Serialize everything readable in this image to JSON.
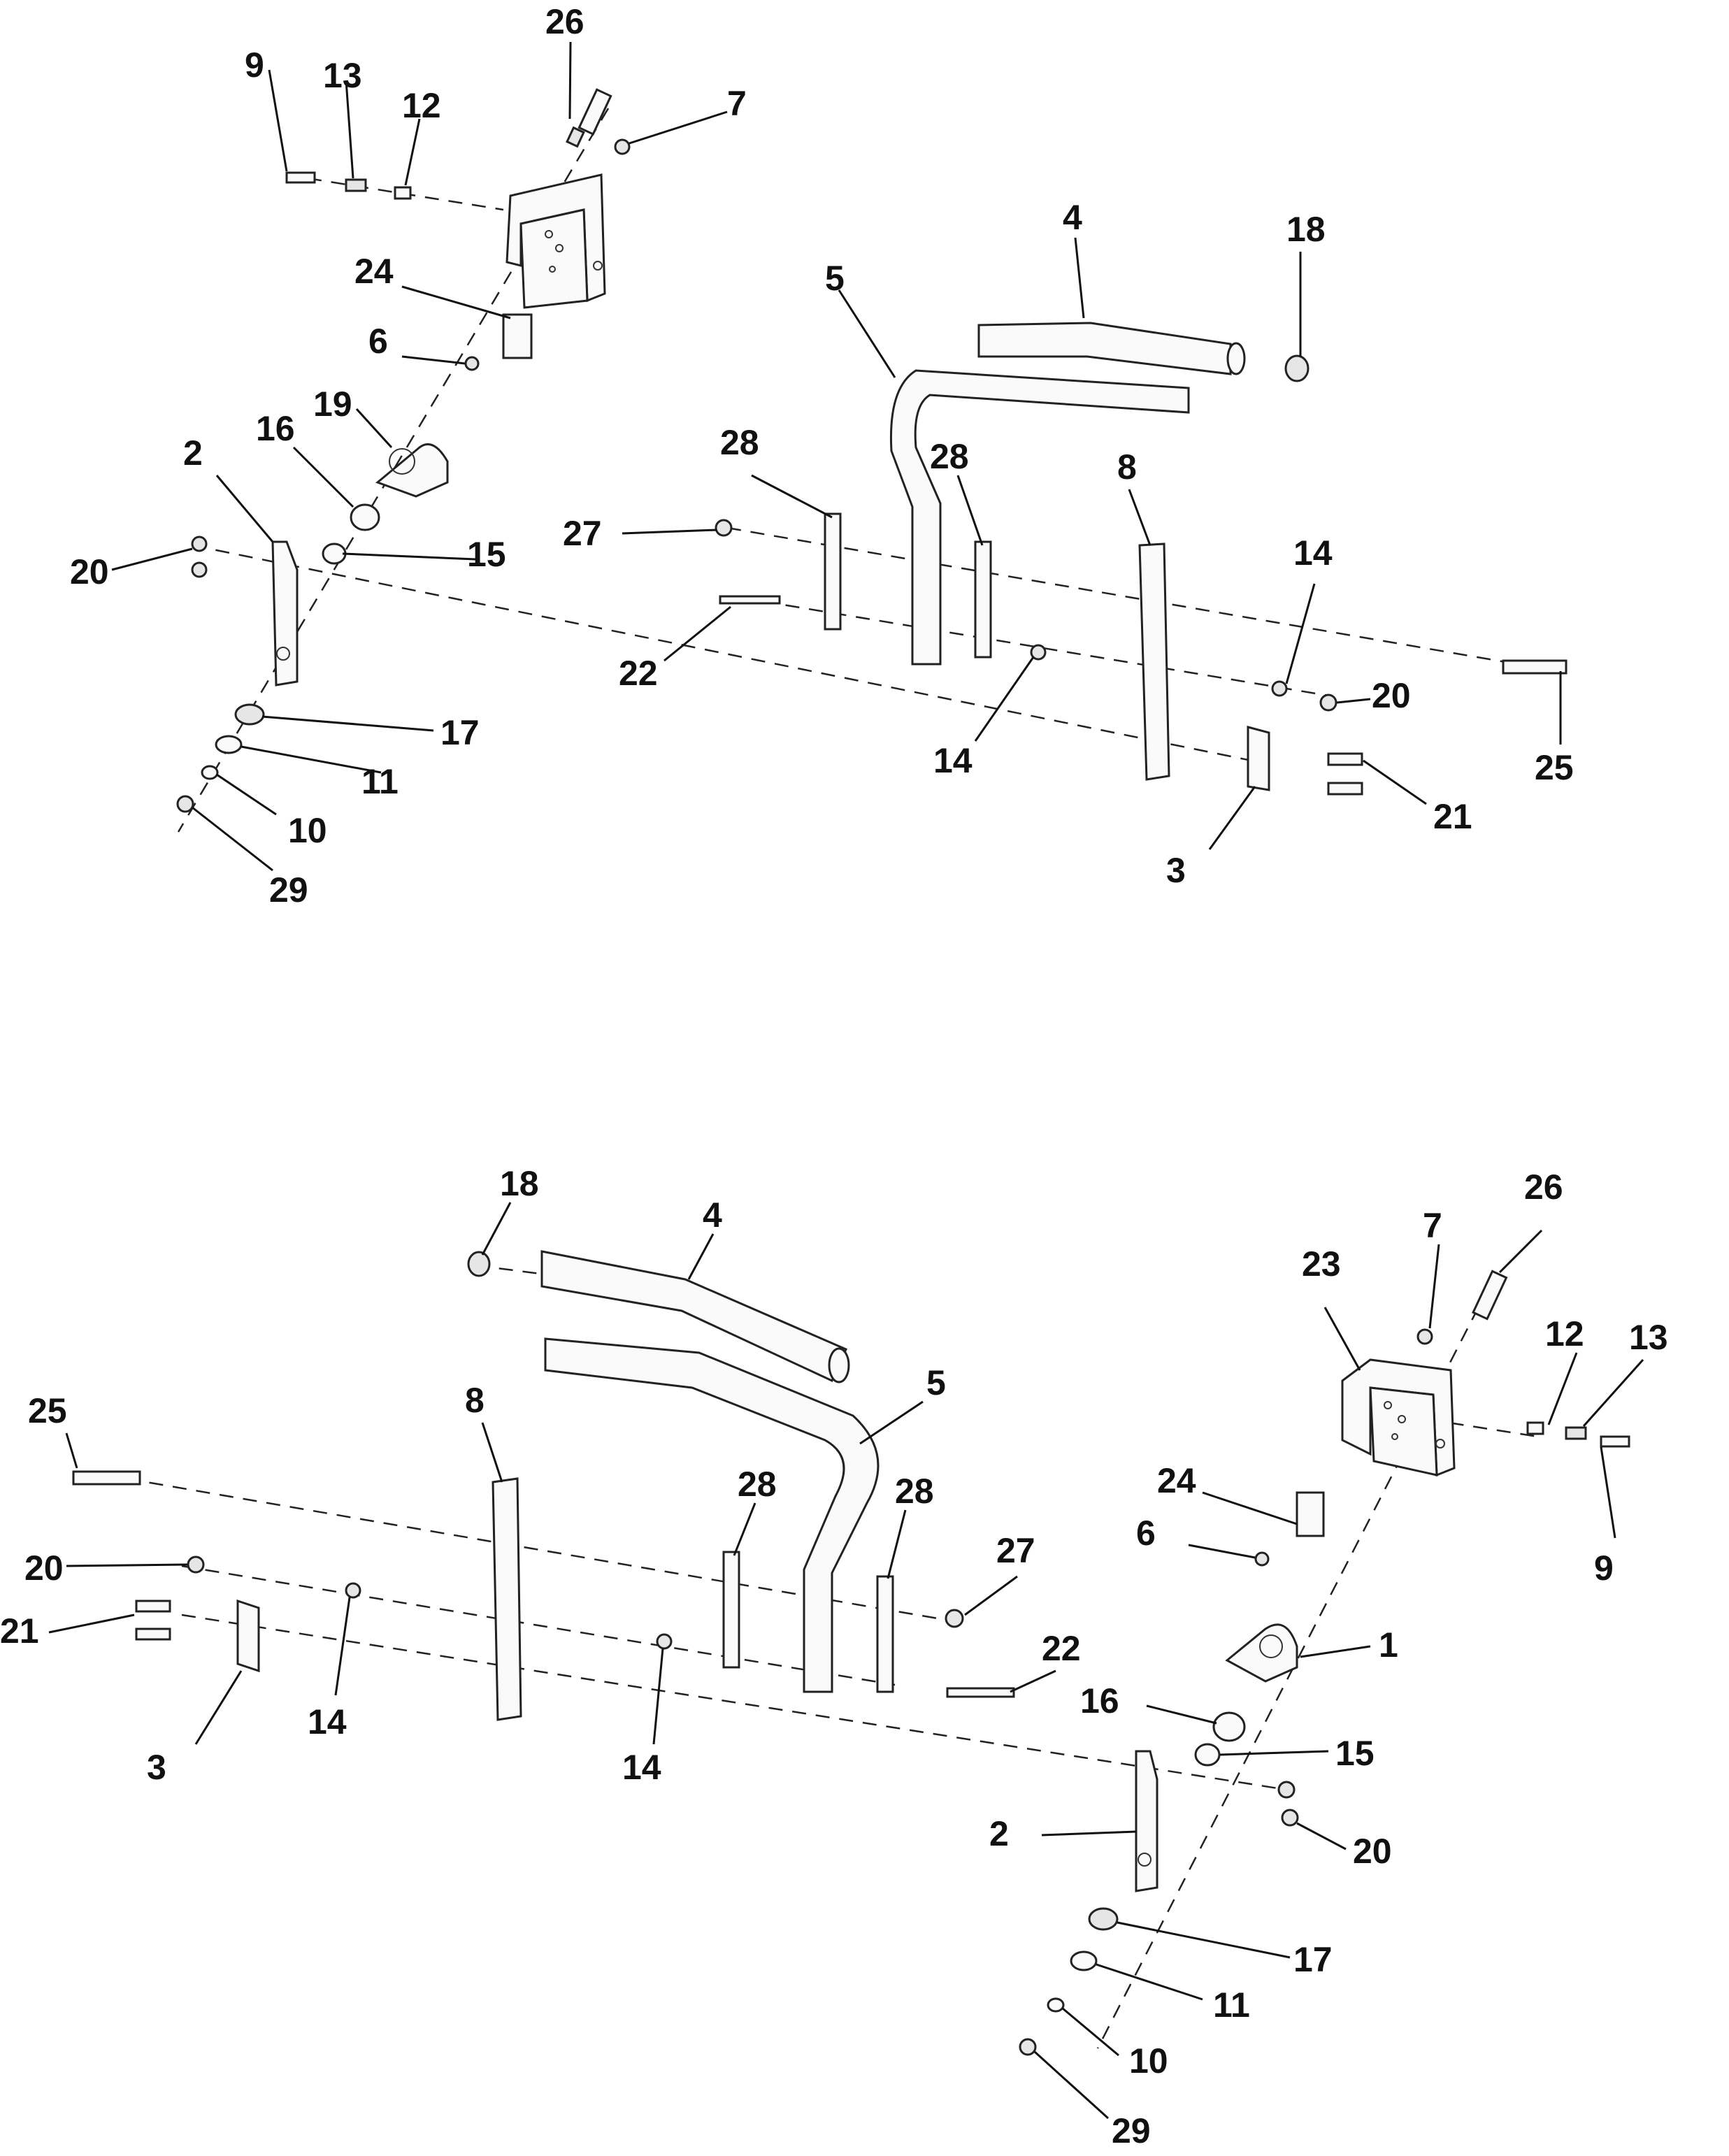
{
  "diagram": {
    "top_assembly_labels": [
      "26",
      "9",
      "13",
      "12",
      "7",
      "4",
      "18",
      "5",
      "24",
      "6",
      "19",
      "16",
      "2",
      "28",
      "28",
      "8",
      "27",
      "15",
      "20",
      "14",
      "22",
      "20",
      "17",
      "14",
      "25",
      "11",
      "21",
      "10",
      "3",
      "29"
    ],
    "bottom_assembly_labels": [
      "18",
      "4",
      "7",
      "26",
      "23",
      "12",
      "13",
      "25",
      "8",
      "5",
      "28",
      "28",
      "24",
      "6",
      "27",
      "9",
      "20",
      "22",
      "1",
      "21",
      "14",
      "3",
      "14",
      "16",
      "15",
      "2",
      "20",
      "17",
      "11",
      "10",
      "29"
    ]
  }
}
